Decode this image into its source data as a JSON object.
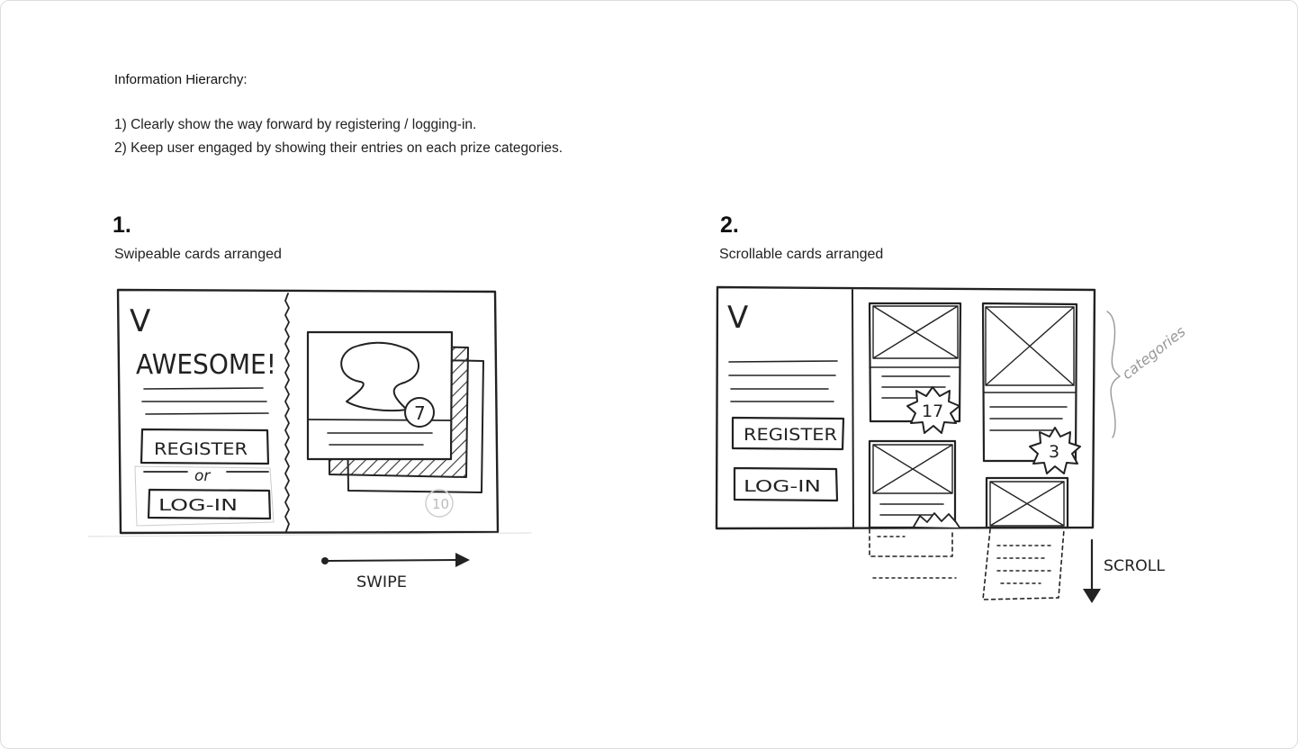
{
  "intro": {
    "heading": "Information Hierarchy:",
    "points": [
      "1) Clearly show the way forward by registering / logging-in.",
      "2) Keep user engaged by showing their entries on each prize categories."
    ]
  },
  "concepts": [
    {
      "number": "1.",
      "caption": "Swipeable cards arranged",
      "sketch": {
        "logo": "V",
        "headline": "AWESOME!",
        "register_label": "REGISTER",
        "or_label": "or",
        "login_label": "LOG-IN",
        "entry_badge": "7",
        "faded_badge": "10",
        "gesture_label": "SWIPE"
      }
    },
    {
      "number": "2.",
      "caption": "Scrollable cards arranged",
      "sketch": {
        "logo": "V",
        "register_label": "REGISTER",
        "login_label": "LOG-IN",
        "badges": [
          "17",
          "3"
        ],
        "annotation": "categories",
        "gesture_label": "SCROLL"
      }
    }
  ],
  "colors": {
    "ink": "#222222",
    "hatch": "#333333",
    "faint": "#bbbbbb"
  }
}
